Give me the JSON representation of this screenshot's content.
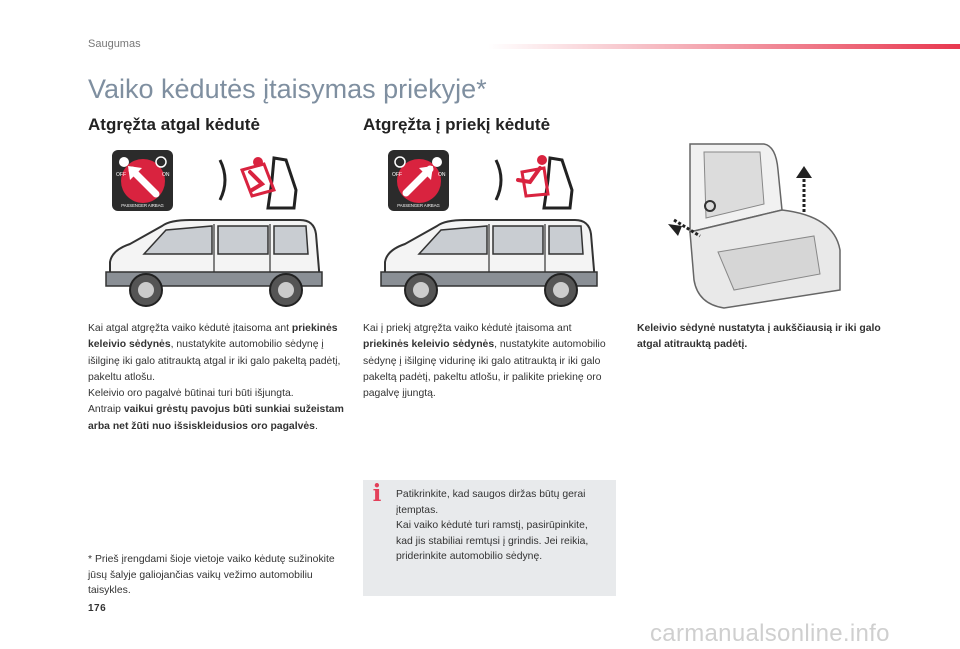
{
  "header": {
    "section": "Saugumas"
  },
  "page": {
    "title": "Vaiko kėdutės įtaisymas priekyje*",
    "number": "176"
  },
  "rear_facing": {
    "heading": "Atgręžta atgal kėdutė",
    "text1": "Kai atgal atgręžta vaiko kėdutė įtaisoma ant ",
    "bold1": "priekinės keleivio sėdynės",
    "text2": ", nustatykite automobilio sėdynę į išilginę iki galo atitrauktą atgal ir iki galo pakeltą padėtį, pakeltu atlošu.",
    "text3": "Keleivio oro pagalvė būtinai turi būti išjungta.",
    "text4": "Antraip ",
    "bold2": "vaikui grėstų pavojus būti sunkiai sužeistam arba net žūti nuo išsiskleidusios oro pagalvės",
    "text5": "."
  },
  "forward_facing": {
    "heading": "Atgręžta į priekį kėdutė",
    "text1": "Kai į priekį atgręžta vaiko kėdutė įtaisoma ant ",
    "bold1": "priekinės keleivio sėdynės",
    "text2": ", nustatykite automobilio sėdynę į išilginę vidurinę iki galo atitrauktą ir iki galo pakeltą padėtį, pakeltu atlošu, ir palikite priekinę oro pagalvę įjungtą."
  },
  "seat_caption": "Keleivio sėdynė nustatyta į aukščiausią ir iki galo atgal atitrauktą padėtį.",
  "airbag_label": {
    "off": "OFF",
    "on": "ON",
    "text": "PASSENGER AIRBAG"
  },
  "info": {
    "icon": "i",
    "line1": "Patikrinkite, kad saugos diržas būtų gerai įtemptas.",
    "line2": "Kai vaiko kėdutė turi ramstį, pasirūpinkite, kad jis stabiliai remtųsi į grindis. Jei reikia, priderinkite automobilio sėdynę."
  },
  "footnote": {
    "marker": "*",
    "text": "Prieš įrengdami šioje vietoje vaiko kėdutę sužinokite jūsų šalyje galiojančias vaikų vežimo automobiliu taisykles."
  },
  "watermark": "carmanualsonline.info",
  "colors": {
    "accent": "#e3405a",
    "title": "#7f8fa0",
    "info_bg": "#e8eaec",
    "airbag_red": "#d9233f"
  }
}
